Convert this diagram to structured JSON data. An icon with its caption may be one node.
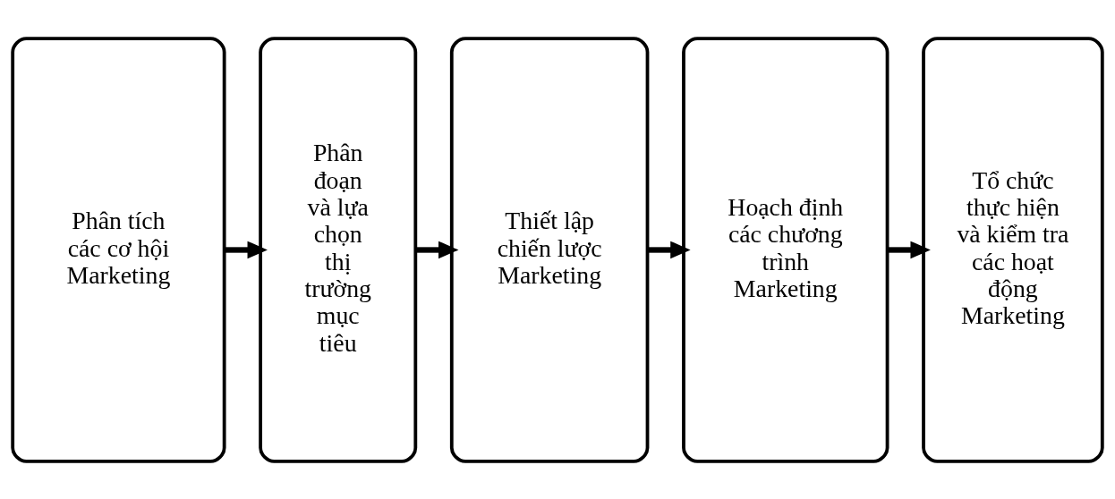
{
  "diagram": {
    "nodes": [
      {
        "text": [
          "Phân tích các cơ hội Marketing"
        ]
      },
      {
        "text": [
          "Phân đoạn và lựa chọn thị trường mục tiêu"
        ]
      },
      {
        "text": [
          "Thiết lập chiến lược Marketing"
        ]
      },
      {
        "text": [
          "Hoạch định các chương trình Marketing"
        ]
      },
      {
        "text": [
          "Tổ chức thực hiện và kiểm tra các hoạt động Marketing"
        ]
      }
    ],
    "edges": [
      {
        "from": 0,
        "to": 1,
        "arrow": "to"
      },
      {
        "from": 1,
        "to": 2,
        "arrow": "to"
      },
      {
        "from": 2,
        "to": 3,
        "arrow": "to"
      },
      {
        "from": 3,
        "to": 4,
        "arrow": "to"
      }
    ]
  }
}
